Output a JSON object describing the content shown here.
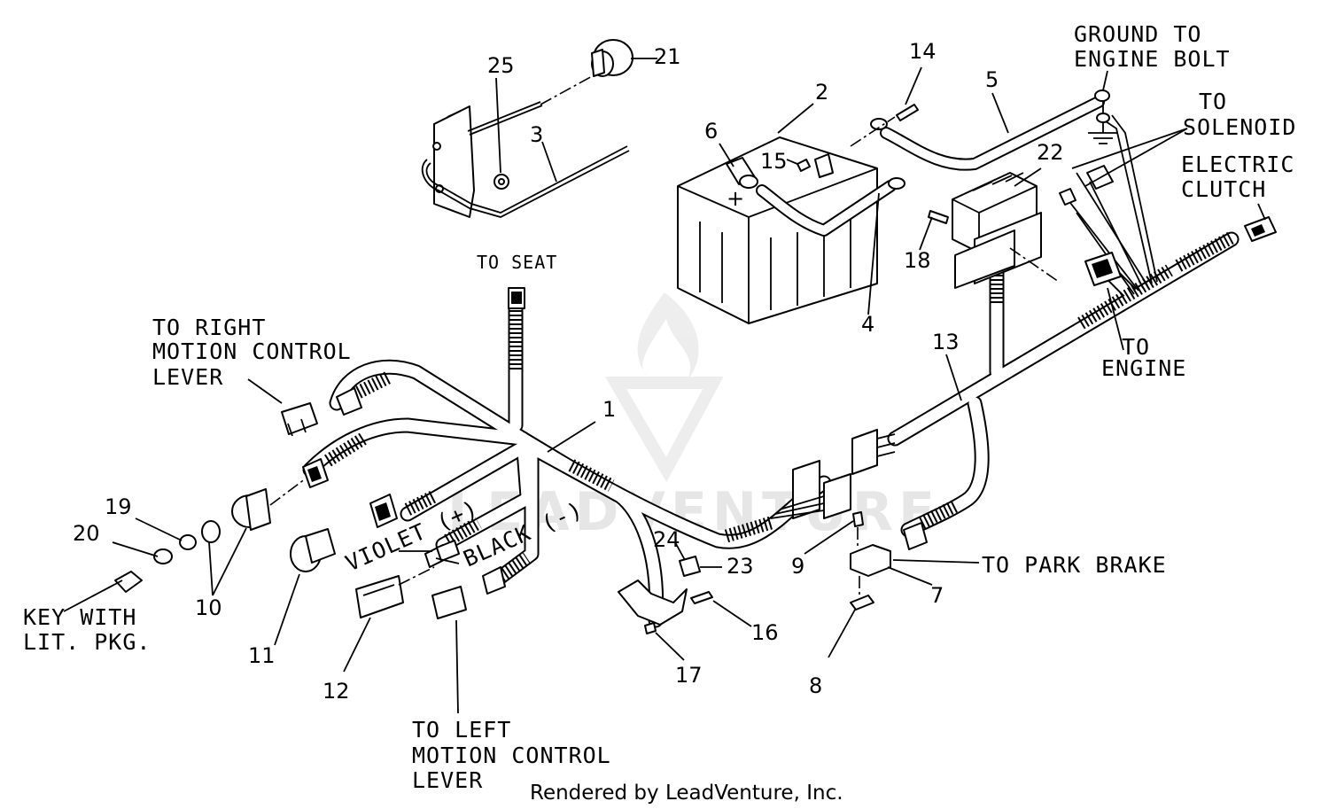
{
  "watermark": "LEADVENTURE",
  "footer": "Rendered by LeadVenture, Inc.",
  "labels": {
    "ground": [
      "GROUND TO",
      "ENGINE BOLT"
    ],
    "solenoid": [
      "TO",
      "SOLENOID"
    ],
    "clutch": [
      "ELECTRIC",
      "CLUTCH"
    ],
    "engine": [
      "TO",
      "ENGINE"
    ],
    "seat": "TO SEAT",
    "right_lever": [
      "TO RIGHT",
      "MOTION CONTROL",
      "LEVER"
    ],
    "left_lever": [
      "TO LEFT",
      "MOTION CONTROL",
      "LEVER"
    ],
    "key": [
      "KEY WITH",
      "LIT. PKG."
    ],
    "park_brake": "TO PARK BRAKE",
    "violet": "VIOLET (+)",
    "black": "BLACK (-)"
  },
  "callouts": {
    "n1": "1",
    "n2": "2",
    "n3": "3",
    "n4": "4",
    "n5": "5",
    "n6": "6",
    "n7": "7",
    "n8": "8",
    "n9": "9",
    "n10": "10",
    "n11": "11",
    "n12": "12",
    "n13": "13",
    "n14": "14",
    "n15": "15",
    "n16": "16",
    "n17": "17",
    "n18": "18",
    "n19": "19",
    "n20": "20",
    "n21": "21",
    "n22": "22",
    "n23": "23",
    "n24": "24",
    "n25": "25"
  }
}
